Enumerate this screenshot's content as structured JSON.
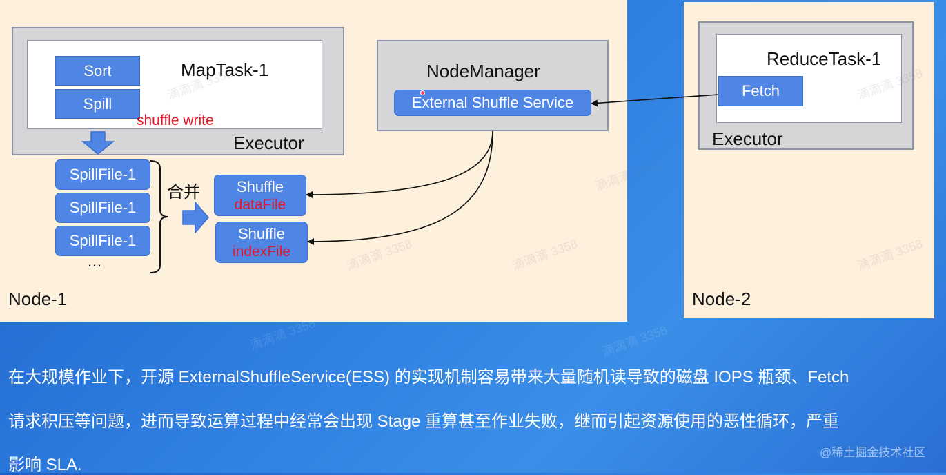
{
  "node1": {
    "label": "Node-1",
    "executor_label": "Executor",
    "maptask_label": "MapTask-1",
    "sort_label": "Sort",
    "spill_label": "Spill",
    "shuffle_write_label": "shuffle write",
    "spillfiles": [
      "SpillFile-1",
      "SpillFile-1",
      "SpillFile-1"
    ],
    "ellipsis": "…",
    "merge_label": "合并",
    "shuffle_data": {
      "title": "Shuffle",
      "subtitle": "dataFile"
    },
    "shuffle_index": {
      "title": "Shuffle",
      "subtitle": "indexFile"
    },
    "nodemanager_label": "NodeManager",
    "ess_label": "External Shuffle Service"
  },
  "node2": {
    "label": "Node-2",
    "executor_label": "Executor",
    "reducetask_label": "ReduceTask-1",
    "fetch_label": "Fetch"
  },
  "caption": {
    "line1": "在大规模作业下，开源 ExternalShuffleService(ESS) 的实现机制容易带来大量随机读导致的磁盘 IOPS 瓶颈、Fetch",
    "line2": "请求积压等问题，进而导致运算过程中经常会出现 Stage 重算甚至作业失败，继而引起资源使用的恶性循环，严重",
    "line3": "影响 SLA."
  },
  "watermark": "滴滴滴 3358",
  "brand_watermark": "@稀土掘金技术社区",
  "colors": {
    "node_bg": "#fdf0dc",
    "box_blue": "#4f86e6",
    "container_gray": "#d6d6d8",
    "highlight_red": "#e8142a",
    "caption_bg": "#2f7fe0"
  }
}
